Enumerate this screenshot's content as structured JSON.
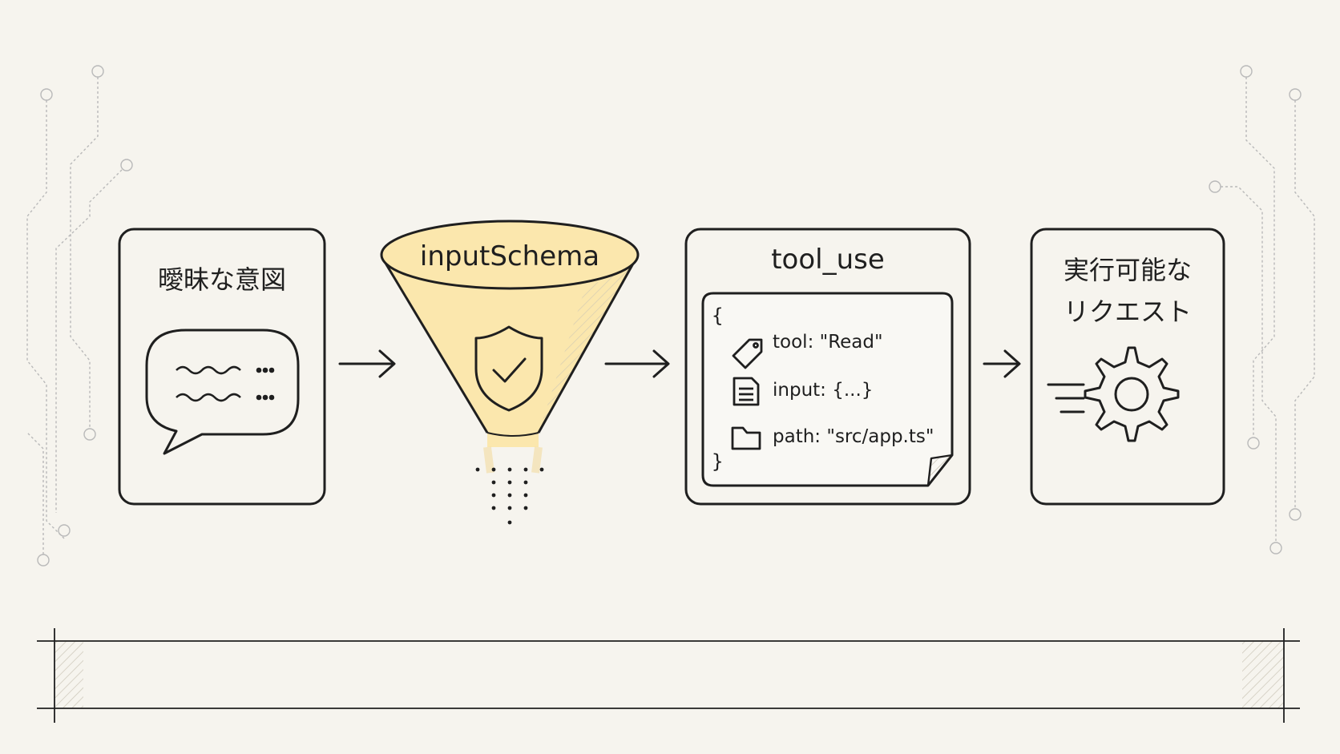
{
  "nodes": {
    "intent": {
      "title": "曖昧な意図"
    },
    "schema": {
      "title": "inputSchema"
    },
    "tooluse": {
      "title": "tool_use",
      "open_brace": "{",
      "close_brace": "}",
      "lines": [
        {
          "key": "tool",
          "value": "\"Read\"",
          "icon": "tag-icon"
        },
        {
          "key": "input",
          "value": "{...}",
          "icon": "document-icon"
        },
        {
          "key": "path",
          "value": "\"src/app.ts\"",
          "icon": "folder-icon"
        }
      ]
    },
    "request": {
      "title_line1": "実行可能な",
      "title_line2": "リクエスト"
    }
  },
  "colors": {
    "background": "#f6f4ee",
    "ink": "#1f1f1f",
    "funnel_fill": "#fbe7ad",
    "circuit": "#b9b9b9"
  },
  "icons": [
    "speech-bubble-icon",
    "shield-check-icon",
    "tag-icon",
    "document-icon",
    "folder-icon",
    "gear-icon",
    "arrow-right-icon"
  ]
}
